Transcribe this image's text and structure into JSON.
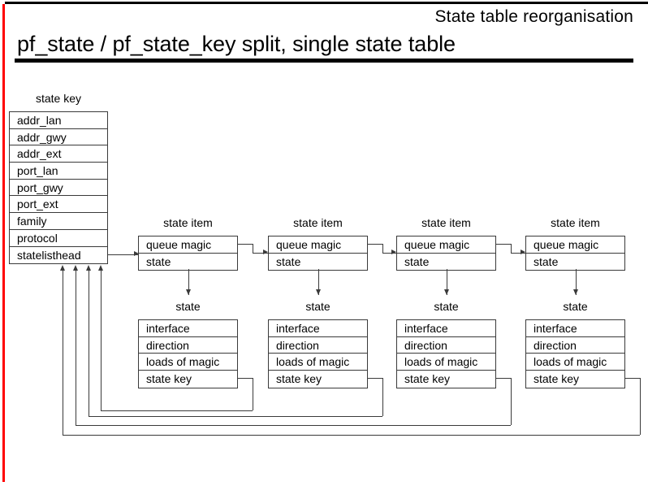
{
  "slide": {
    "kicker": "State table reorganisation",
    "title": "pf_state / pf_state_key split, single state table",
    "accent_rail_color": "#ff0000",
    "rule_color": "#000000",
    "line_color": "#3a3a3a"
  },
  "state_key": {
    "caption": "state key",
    "fields": [
      "addr_lan",
      "addr_gwy",
      "addr_ext",
      "port_lan",
      "port_gwy",
      "port_ext",
      "family",
      "protocol",
      "statelisthead"
    ]
  },
  "state_items": [
    {
      "caption": "state item",
      "fields": [
        "queue magic",
        "state"
      ]
    },
    {
      "caption": "state item",
      "fields": [
        "queue magic",
        "state"
      ]
    },
    {
      "caption": "state item",
      "fields": [
        "queue magic",
        "state"
      ]
    },
    {
      "caption": "state item",
      "fields": [
        "queue magic",
        "state"
      ]
    }
  ],
  "states": [
    {
      "caption": "state",
      "fields": [
        "interface",
        "direction",
        "loads of magic",
        "state key"
      ]
    },
    {
      "caption": "state",
      "fields": [
        "interface",
        "direction",
        "loads of magic",
        "state key"
      ]
    },
    {
      "caption": "state",
      "fields": [
        "interface",
        "direction",
        "loads of magic",
        "state key"
      ]
    },
    {
      "caption": "state",
      "fields": [
        "interface",
        "direction",
        "loads of magic",
        "state key"
      ]
    }
  ]
}
